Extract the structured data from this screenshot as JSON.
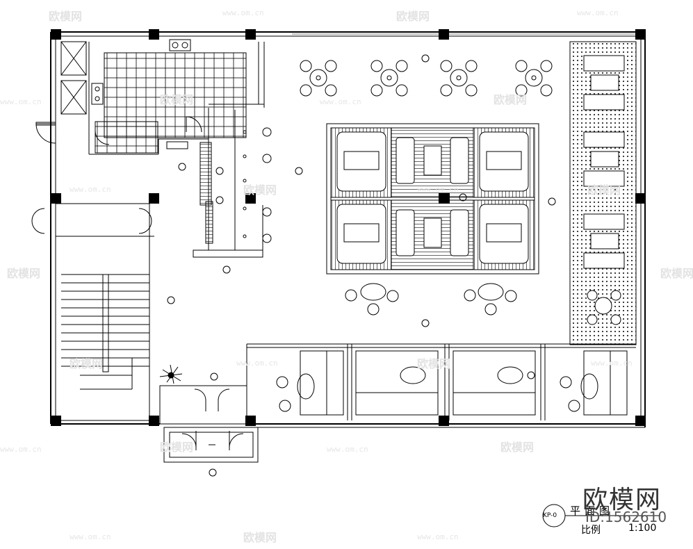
{
  "drawing": {
    "title": "平面图",
    "scale_label": "比例",
    "scale_value": "1:100",
    "code": "KP-0"
  },
  "brand": {
    "name": "欧模网",
    "id": "ID:1562610",
    "watermark": "欧模网",
    "watermark_url": "www.om.cn"
  },
  "colors": {
    "line": "#000000",
    "watermark": "#e3e3e3"
  }
}
